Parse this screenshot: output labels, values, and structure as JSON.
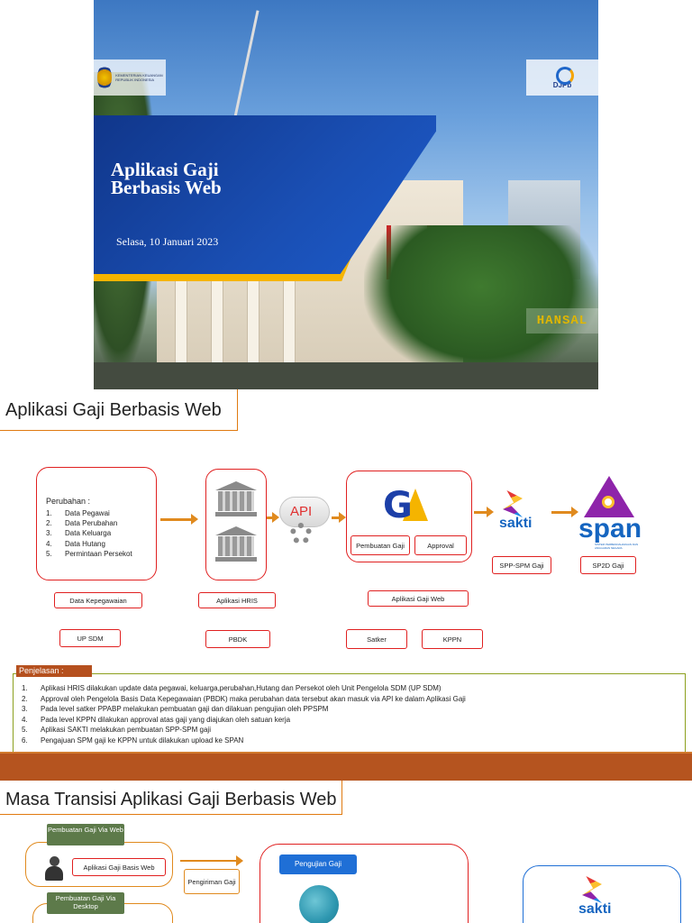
{
  "cover": {
    "title_line1": "Aplikasi Gaji",
    "title_line2": "Berbasis Web",
    "date": "Selasa, 10 Januari 2023",
    "logo_left_text": "KEMENTERIAN KEUANGAN REPUBLIK INDONESIA",
    "logo_right_text": "DJPb",
    "badge": "HANSAL",
    "colors": {
      "banner_blue": "#10368a",
      "banner_gold": "#f5b400"
    }
  },
  "section2": {
    "title": "Aplikasi Gaji Berbasis Web",
    "changes_head": "Perubahan :",
    "changes": [
      {
        "n": "1.",
        "text": "Data Pegawai"
      },
      {
        "n": "2.",
        "text": "Data Perubahan"
      },
      {
        "n": "3.",
        "text": "Data Keluarga"
      },
      {
        "n": "4.",
        "text": "Data Hutang"
      },
      {
        "n": "5.",
        "text": "Permintaan Persekot"
      }
    ],
    "api_label": "API",
    "pembuatan_gaji": "Pembuatan Gaji",
    "approval": "Approval",
    "spp_spm": "SPP-SPM Gaji",
    "sp2d": "SP2D Gaji",
    "sakti_logo": "sakti",
    "span_logo": "span",
    "span_sub": "SISTEM PERBENDAHARAAN DAN ANGGARAN NEGARA",
    "label_data_kepegawaian": "Data Kepegawaian",
    "label_aplikasi_hris": "Aplikasi HRIS",
    "label_aplikasi_gaji_web": "Aplikasi Gaji Web",
    "role_up_sdm": "UP SDM",
    "role_pbdk": "PBDK",
    "role_satker": "Satker",
    "role_kppn": "KPPN",
    "notes_label": "Penjelasan :",
    "notes": [
      {
        "n": "1.",
        "text": "Aplikasi HRIS dilakukan update data pegawai, keluarga,perubahan,Hutang dan Persekot oleh Unit Pengelola SDM (UP SDM)"
      },
      {
        "n": "2.",
        "text": "Approval oleh Pengelola Basis Data Kepegawaian (PBDK) maka perubahan data tersebut akan masuk via API ke dalam Aplikasi Gaji"
      },
      {
        "n": "3.",
        "text": "Pada level satker PPABP melakukan pembuatan gaji dan dilakuan pengujian oleh PPSPM"
      },
      {
        "n": "4.",
        "text": "Pada level KPPN dilakukan approval atas gaji yang diajukan oleh satuan kerja"
      },
      {
        "n": "5.",
        "text": "Aplikasi SAKTI melakukan pembuatan SPP-SPM gaji"
      },
      {
        "n": "6.",
        "text": "Pengajuan SPM gaji ke KPPN untuk dilakukan upload ke SPAN"
      }
    ]
  },
  "section3": {
    "title": "Masa Transisi Aplikasi Gaji Berbasis Web",
    "tag_web": "Pembuatan Gaji Via Web",
    "aplikasi_gaji_basis_web": "Aplikasi Gaji Basis Web",
    "pengiriman_gaji": "Pengiriman Gaji",
    "tag_desktop": "Pembuatan Gaji Via Desktop",
    "pengujian_gaji": "Pengujian Gaji",
    "sakti_logo": "sakti"
  }
}
